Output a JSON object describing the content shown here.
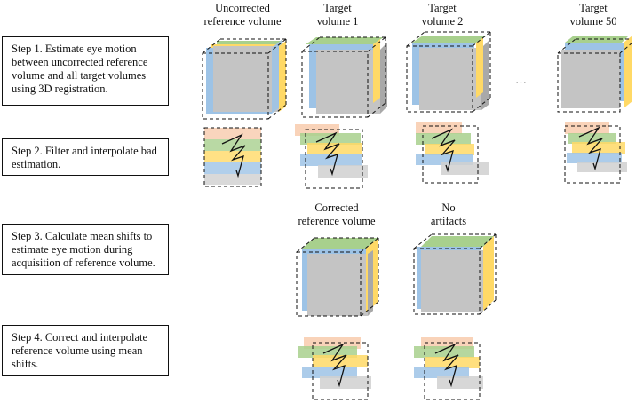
{
  "steps": [
    "Step 1. Estimate eye motion between uncorrected reference volume and all target volumes using 3D registration.",
    "Step 2. Filter and interpolate bad estimation.",
    "Step 3. Calculate mean shifts to estimate eye motion during acquisition of reference volume.",
    "Step 4. Correct and interpolate reference volume using mean shifts."
  ],
  "column_labels": {
    "uncorrected": [
      "Uncorrected",
      "reference volume"
    ],
    "target1": [
      "Target",
      "volume 1"
    ],
    "target2": [
      "Target",
      "volume 2"
    ],
    "target50": [
      "Target",
      "volume 50"
    ],
    "corrected": [
      "Corrected",
      "reference volume"
    ],
    "no_artifacts": [
      "No",
      "artifacts"
    ]
  },
  "ellipsis": "…",
  "colors": {
    "cube_front": "#c4c4c4",
    "cube_side": "#a9a9a9",
    "green": "#a8d08d",
    "yellow": "#ffd966",
    "blue": "#9dc3e6",
    "peach": "#f8cbad",
    "gray": "#d0d0d0",
    "outline": "#111111"
  }
}
